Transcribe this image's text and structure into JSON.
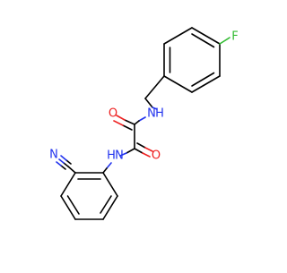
{
  "molecule": {
    "atoms": {
      "fluorine": "F",
      "amide_n_upper": "N",
      "amide_h_upper": "H",
      "amide_n_lower": "N",
      "amide_h_lower": "H",
      "oxygen_left": "O",
      "oxygen_right": "O",
      "nitrile_n": "N"
    },
    "colors": {
      "carbon_bond": "#000000",
      "nitrogen": "#2233ee",
      "oxygen": "#ee2222",
      "fluorine": "#33bb33"
    }
  }
}
